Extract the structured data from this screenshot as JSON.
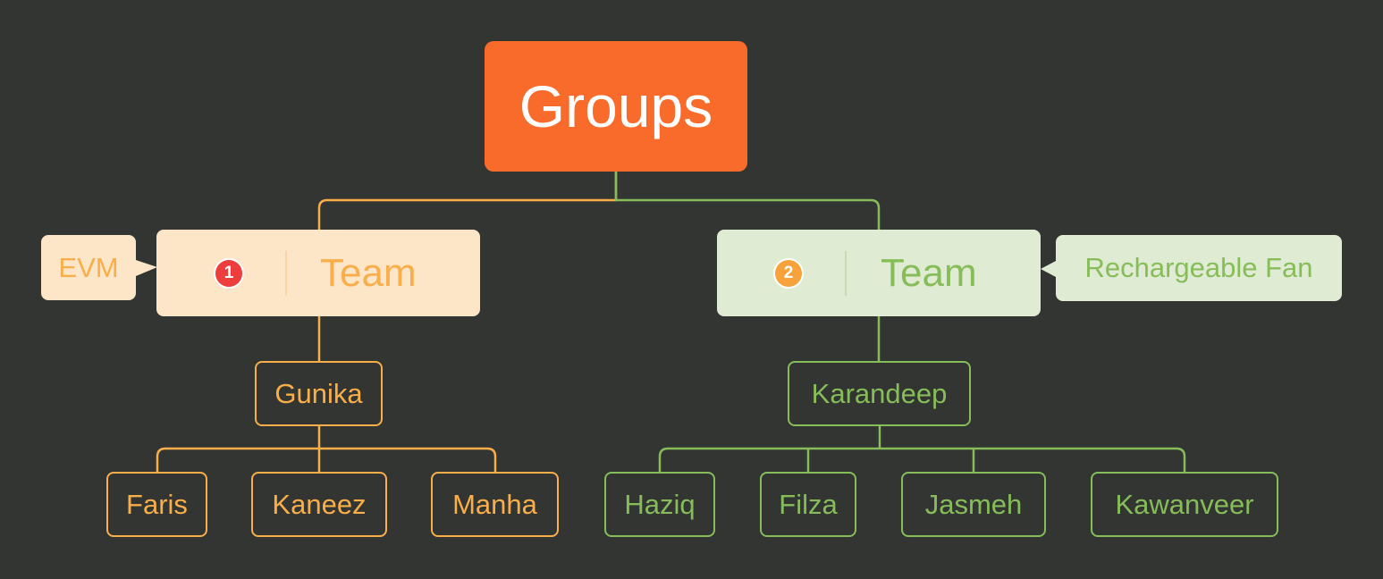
{
  "root": {
    "label": "Groups"
  },
  "colors": {
    "background": "#323532",
    "root": "#f96b2a",
    "team1_fill": "#fde6c8",
    "team1_text": "#f9ae4a",
    "team2_fill": "#e0ebd4",
    "team2_text": "#86bd59",
    "marker1": "#ee3d3d",
    "marker2": "#f7a23b"
  },
  "team1": {
    "marker": "1",
    "label": "Team",
    "callout": "EVM",
    "lead": "Gunika",
    "members": [
      "Faris",
      "Kaneez",
      "Manha"
    ]
  },
  "team2": {
    "marker": "2",
    "label": "Team",
    "callout": "Rechargeable Fan",
    "lead": "Karandeep",
    "members": [
      "Haziq",
      "Filza",
      "Jasmeh",
      "Kawanveer"
    ]
  }
}
